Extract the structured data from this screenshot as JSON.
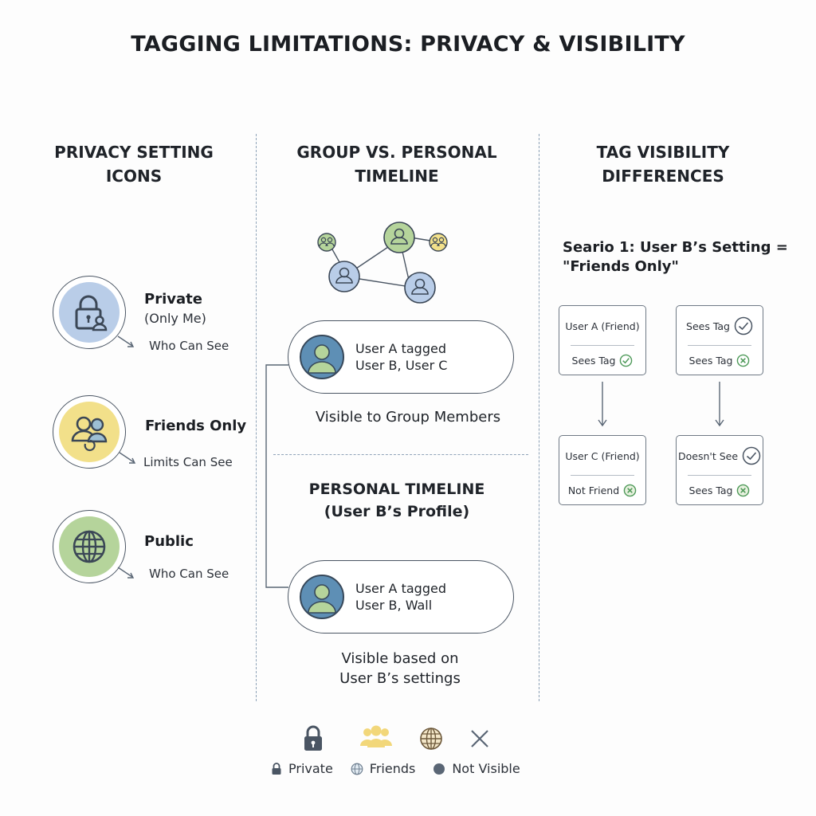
{
  "title": "TAGGING LIMITATIONS: PRIVACY & VISIBILITY",
  "columns": {
    "left": {
      "heading_line1": "PRIVACY SETTING",
      "heading_line2": "ICONS",
      "options": [
        {
          "label": "Private",
          "sublabel": "(Only Me)",
          "who": "Who Can See",
          "icon": "lock-user-icon",
          "color": "#b9cde8"
        },
        {
          "label": "Friends Only",
          "who": "Limits Can See",
          "icon": "friends-icon",
          "color": "#f2e08a"
        },
        {
          "label": "Public",
          "who": "Who Can See",
          "icon": "globe-icon",
          "color": "#b5d49b"
        }
      ]
    },
    "middle": {
      "heading_line1": "GROUP VS. PERSONAL",
      "heading_line2": "TIMELINE",
      "group_post": {
        "line1": "User A tagged",
        "line2": "User B, User C"
      },
      "group_caption": "Visible to Group Members",
      "personal_heading_line1": "PERSONAL TIMELINE",
      "personal_heading_line2": "(User B’s Profile)",
      "personal_post": {
        "line1": "User A tagged",
        "line2": "User B, Wall"
      },
      "personal_caption_line1": "Visible based on",
      "personal_caption_line2": "User B’s settings"
    },
    "right": {
      "heading_line1": "TAG VISIBILITY",
      "heading_line2": "DIFFERENCES",
      "scenario_line1": "Seario 1: User B’s Setting =",
      "scenario_line2": "\"Friends Only\"",
      "cards": [
        {
          "top": "User A (Friend)",
          "bottom": "Sees Tag",
          "top_icon": "",
          "bottom_icon": "check-icon"
        },
        {
          "top": "Sees Tag",
          "bottom": "Sees Tag",
          "top_icon": "check-icon",
          "bottom_icon": "x-icon"
        },
        {
          "top": "User C (Friend)",
          "bottom": "Not Friend",
          "top_icon": "",
          "bottom_icon": "x-icon"
        },
        {
          "top": "Doesn't See",
          "bottom": "Sees Tag",
          "top_icon": "check-icon",
          "bottom_icon": "x-icon"
        }
      ]
    }
  },
  "legend": [
    {
      "label": "Private",
      "icon": "lock-icon"
    },
    {
      "label": "Friends",
      "icon": "globe-icon"
    },
    {
      "label": "Not Visible",
      "icon": "dot-icon"
    }
  ],
  "legend_top_icons": [
    "lock-icon",
    "people-icon",
    "globe-icon",
    "x-icon"
  ],
  "colors": {
    "blue": "#b9cde8",
    "yellow": "#f2e08a",
    "green": "#b5d49b",
    "avatar_blue": "#5e8fb5",
    "check_green": "#4f9a5a"
  }
}
